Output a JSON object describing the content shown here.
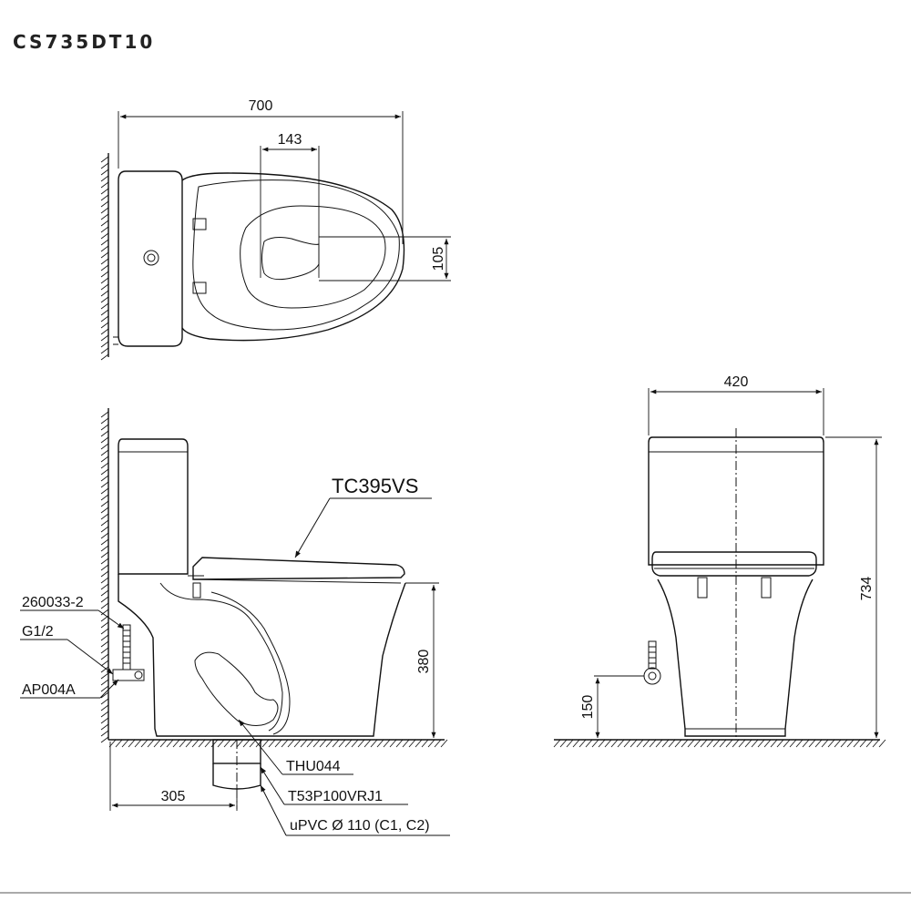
{
  "title": "CS735DT10",
  "top_view": {
    "dim_overall": "700",
    "dim_outlet": "143",
    "dim_offset": "105"
  },
  "side_view": {
    "seat_model": "TC395VS",
    "dim_height": "380",
    "dim_rough_in": "305",
    "callouts": {
      "part_supply": "260033-2",
      "part_thread": "G1/2",
      "part_valve": "AP004A",
      "part_flange": "THU044",
      "part_adapter": "T53P100VRJ1",
      "pipe": "uPVC Ø 110 (C1, C2)"
    }
  },
  "front_view": {
    "dim_width": "420",
    "dim_total_height": "734",
    "dim_supply_height": "150"
  }
}
